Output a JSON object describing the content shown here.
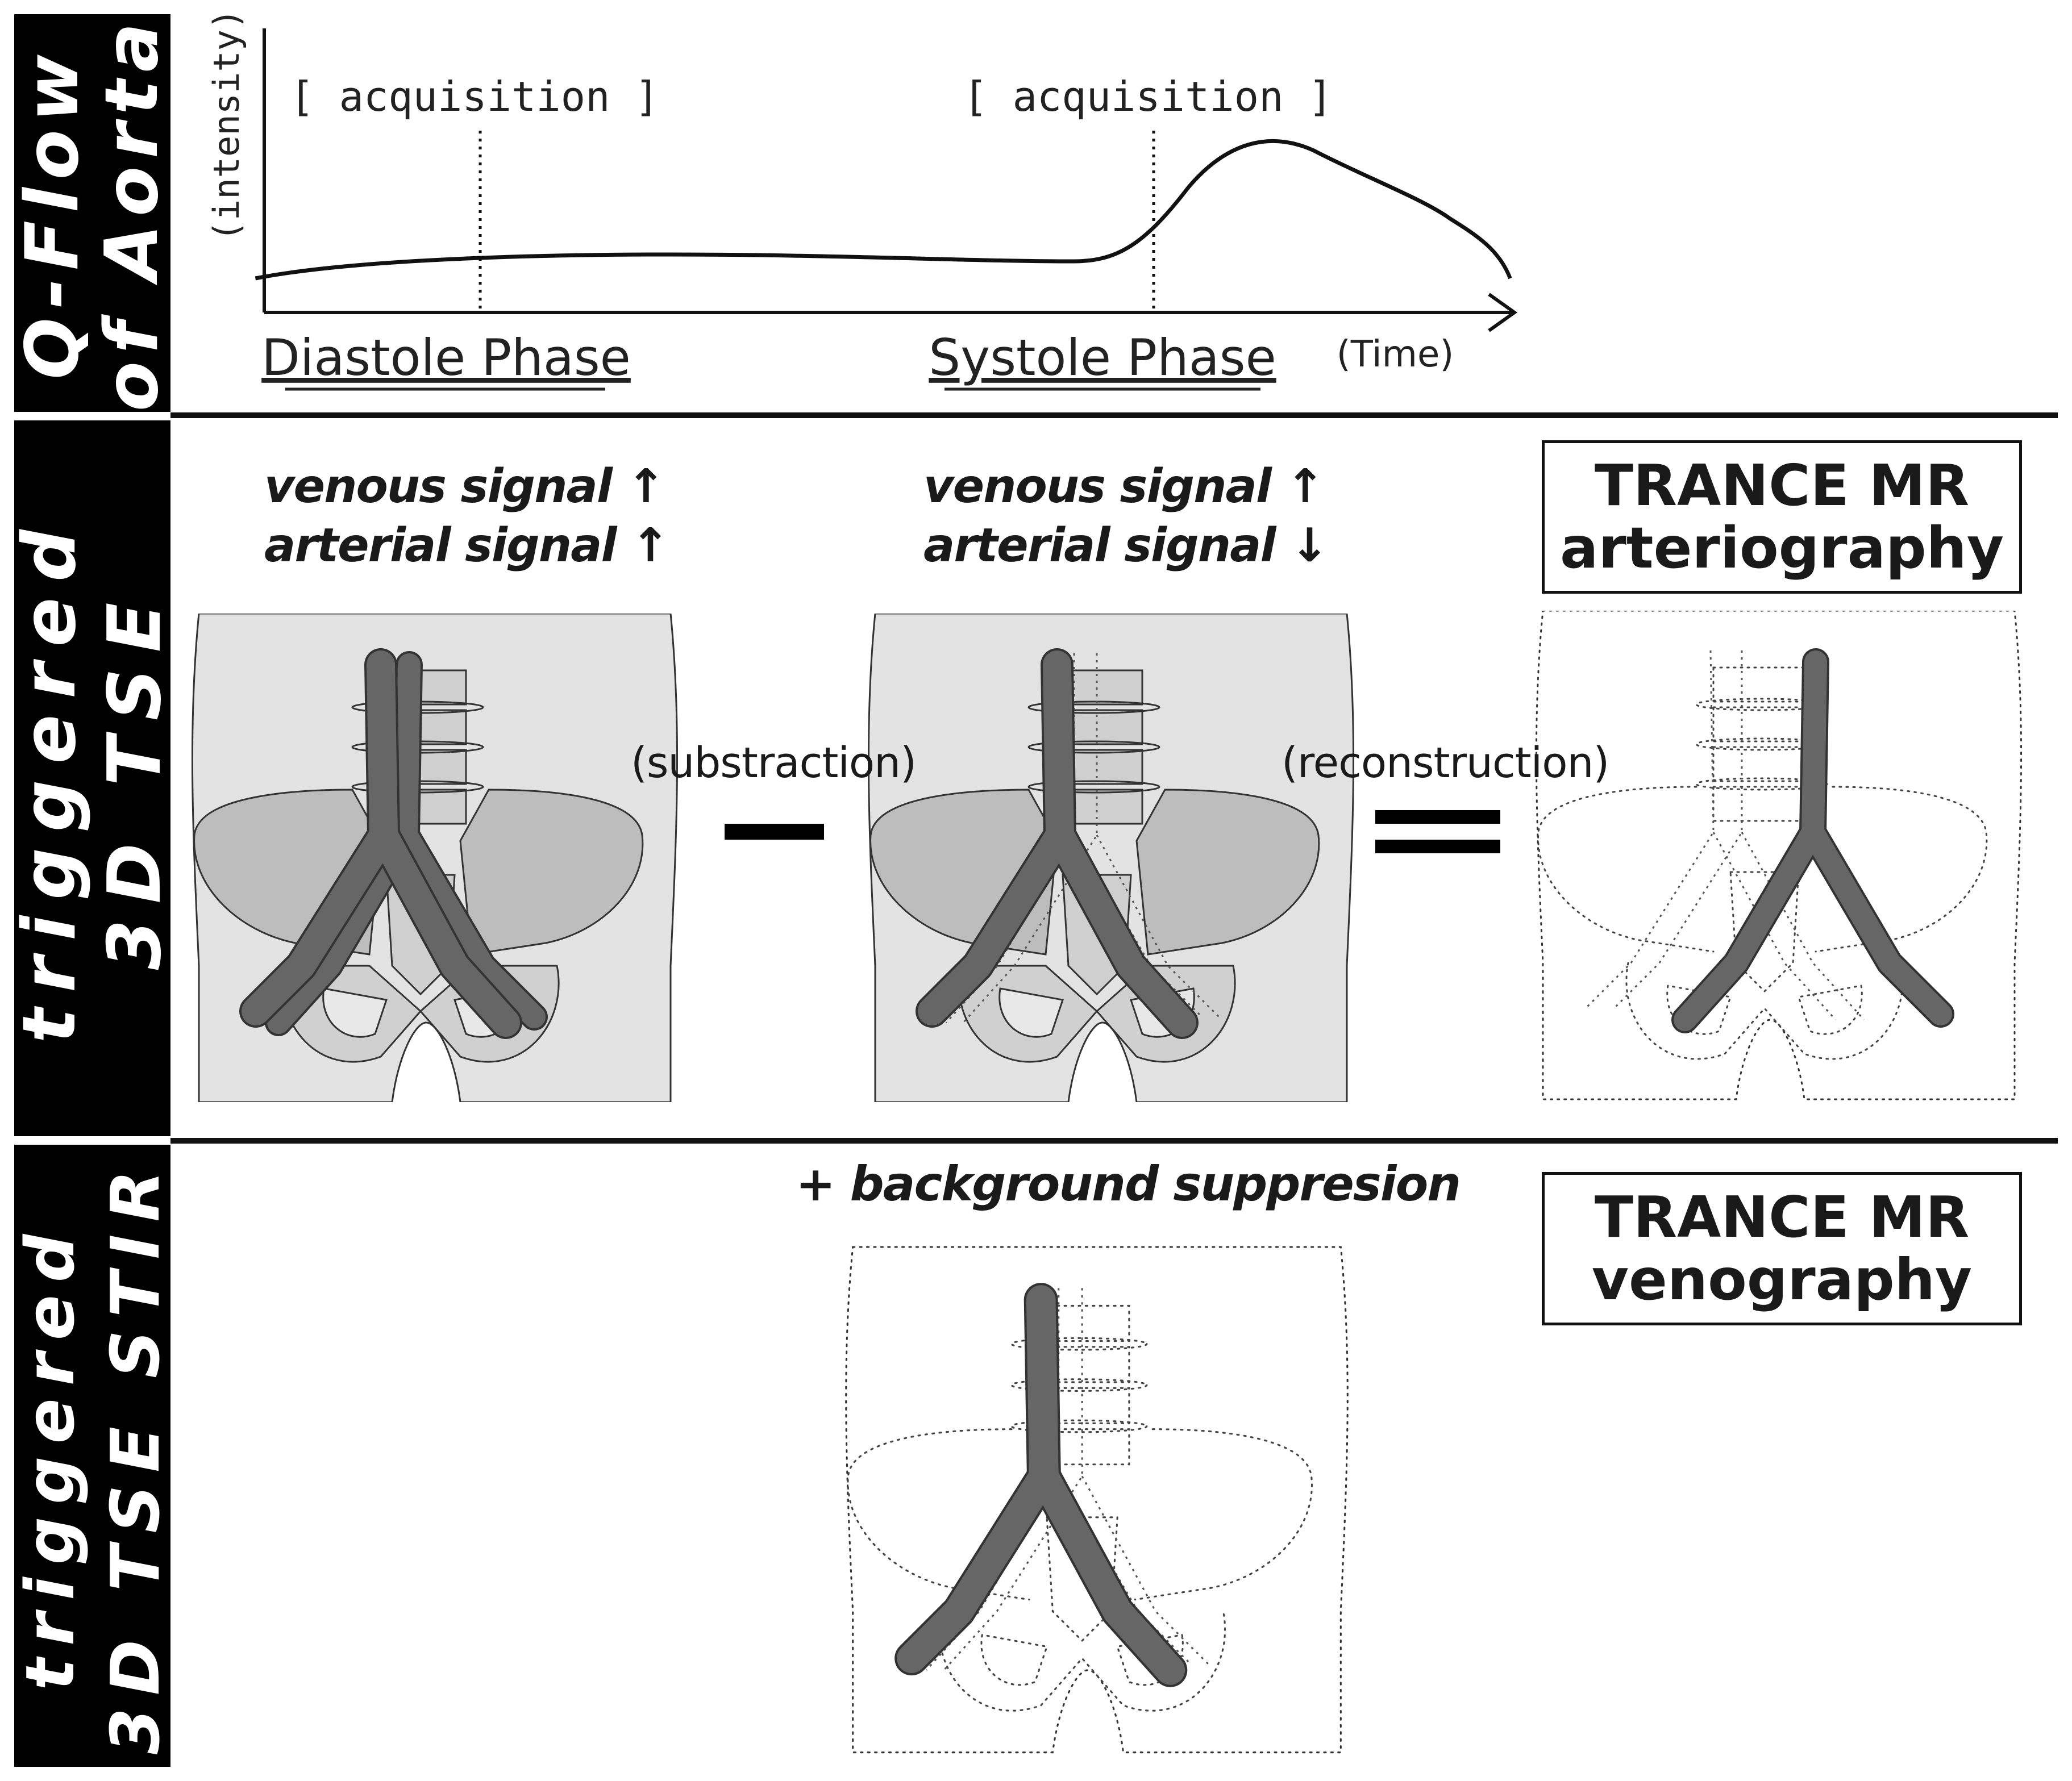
{
  "rows": [
    {
      "lines": [
        "Q-Flow",
        "of Aorta"
      ]
    },
    {
      "lines": [
        "triggered",
        "3D TSE"
      ]
    },
    {
      "lines": [
        "triggered",
        "3D TSE STIR"
      ]
    }
  ],
  "qflow": {
    "y_label": "(intensity)",
    "x_label": "(Time)",
    "acq_label": "[ acquisition ]",
    "phases": [
      "Diastole Phase",
      "Systole Phase"
    ]
  },
  "tse": {
    "left_signals": [
      "venous signal ↑",
      "arterial signal ↑"
    ],
    "mid_signals": [
      "venous signal ↑",
      "arterial signal ↓"
    ],
    "substraction": "(substraction)",
    "reconstruction": "(reconstruction)",
    "result_title": [
      "TRANCE MR",
      "arteriography"
    ]
  },
  "stir": {
    "bg_suppression": "+ background suppresion",
    "result_title": [
      "TRANCE MR",
      "venography"
    ]
  },
  "colors": {
    "sidebar": "#000000",
    "body_fill": "#e3e3e3",
    "vessel": "#666666",
    "bone": "#bdbdbd",
    "line": "#333333"
  }
}
